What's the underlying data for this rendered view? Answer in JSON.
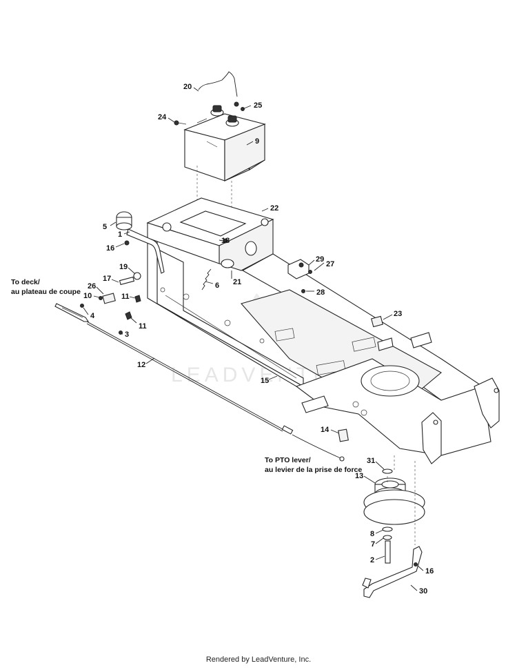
{
  "callouts": [
    {
      "id": "20",
      "label": "20"
    },
    {
      "id": "25",
      "label": "25"
    },
    {
      "id": "24",
      "label": "24"
    },
    {
      "id": "9",
      "label": "9"
    },
    {
      "id": "22",
      "label": "22"
    },
    {
      "id": "5",
      "label": "5"
    },
    {
      "id": "1",
      "label": "1"
    },
    {
      "id": "18",
      "label": "18"
    },
    {
      "id": "16a",
      "label": "16"
    },
    {
      "id": "19",
      "label": "19"
    },
    {
      "id": "17",
      "label": "17"
    },
    {
      "id": "6",
      "label": "6"
    },
    {
      "id": "21",
      "label": "21"
    },
    {
      "id": "29",
      "label": "29"
    },
    {
      "id": "27",
      "label": "27"
    },
    {
      "id": "28",
      "label": "28"
    },
    {
      "id": "26",
      "label": "26"
    },
    {
      "id": "10",
      "label": "10"
    },
    {
      "id": "11a",
      "label": "11"
    },
    {
      "id": "11b",
      "label": "11"
    },
    {
      "id": "4",
      "label": "4"
    },
    {
      "id": "3",
      "label": "3"
    },
    {
      "id": "23",
      "label": "23"
    },
    {
      "id": "12",
      "label": "12"
    },
    {
      "id": "15",
      "label": "15"
    },
    {
      "id": "14",
      "label": "14"
    },
    {
      "id": "31",
      "label": "31"
    },
    {
      "id": "13",
      "label": "13"
    },
    {
      "id": "8",
      "label": "8"
    },
    {
      "id": "7",
      "label": "7"
    },
    {
      "id": "2",
      "label": "2"
    },
    {
      "id": "16b",
      "label": "16"
    },
    {
      "id": "30",
      "label": "30"
    }
  ],
  "notes": {
    "to_deck_line1": "To deck/",
    "to_deck_line2": "au plateau de coupe",
    "to_pto_line1": "To PTO lever/",
    "to_pto_line2": "au levier de la prise de force"
  },
  "watermark": "LEADVENTURE",
  "footer": "Rendered by LeadVenture, Inc."
}
